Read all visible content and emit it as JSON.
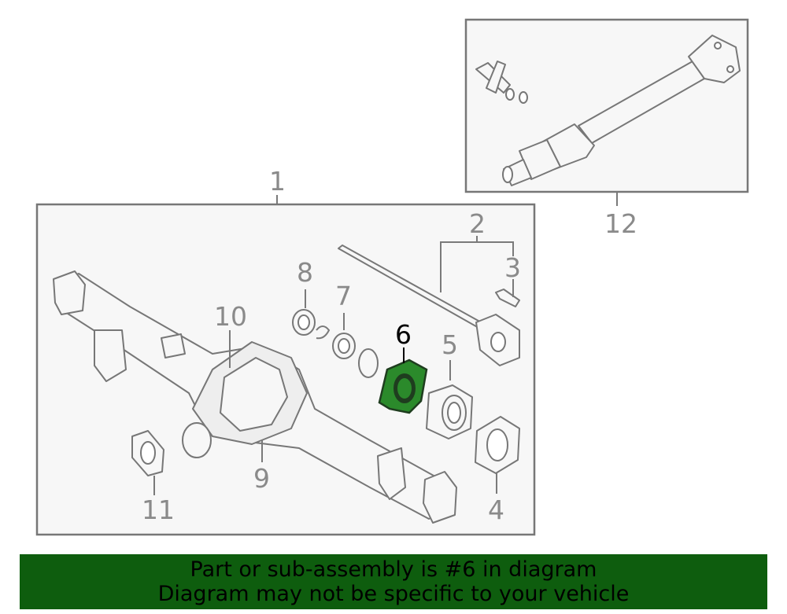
{
  "callouts": {
    "c1": "1",
    "c2": "2",
    "c3": "3",
    "c4": "4",
    "c5": "5",
    "c6": "6",
    "c7": "7",
    "c8": "8",
    "c9": "9",
    "c10": "10",
    "c11": "11",
    "c12": "12"
  },
  "highlighted_part": "6",
  "colors": {
    "banner_bg": "#0e5d0e",
    "highlight_part": "#2b8a2b"
  },
  "banner": {
    "line1": "Part or sub-assembly is #6 in diagram",
    "line2": "Diagram may not be specific to your vehicle"
  }
}
